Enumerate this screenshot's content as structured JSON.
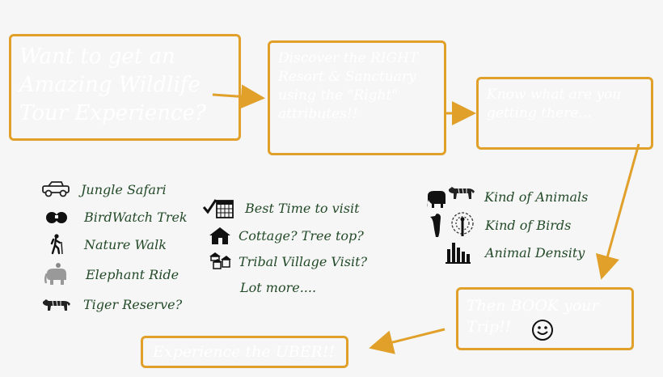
{
  "boxes": {
    "b1": "Want to get an\nAmazing Wildlife\nTour Experience?",
    "b2": "Discover the RIGHT\nResort & Sanctuary\nusing the \"Right\"\nattributes!!",
    "b3": "Know what are you\ngetting there...",
    "b4": "Then BOOK your\nTrip!!",
    "b5": "Experience the UBER!!"
  },
  "activities": [
    {
      "label": "Jungle Safari",
      "icon": "jeep-icon"
    },
    {
      "label": "BirdWatch Trek",
      "icon": "binoculars-icon"
    },
    {
      "label": "Nature Walk",
      "icon": "hiker-icon"
    },
    {
      "label": "Elephant Ride",
      "icon": "elephant-icon"
    },
    {
      "label": "Tiger Reserve?",
      "icon": "tiger-icon"
    }
  ],
  "stay": [
    {
      "label": "Best Time to visit",
      "icon": "calendar-check-icon"
    },
    {
      "label": "Cottage? Tree top?",
      "icon": "cottage-icon"
    },
    {
      "label": "Tribal Village Visit?",
      "icon": "huts-icon"
    },
    {
      "label": "Lot more...."
    }
  ],
  "wildlife": [
    {
      "label": "Kind of Animals",
      "icon": "elephant-tiger-icon"
    },
    {
      "label": "Kind of Birds",
      "icon": "bird-peacock-icon"
    },
    {
      "label": "Animal Density",
      "icon": "bar-chart-icon"
    }
  ],
  "colors": {
    "accent": "#e0a02a",
    "label_text": "#234a28",
    "background": "#f6f6f6",
    "box_text": "#ffffff"
  }
}
